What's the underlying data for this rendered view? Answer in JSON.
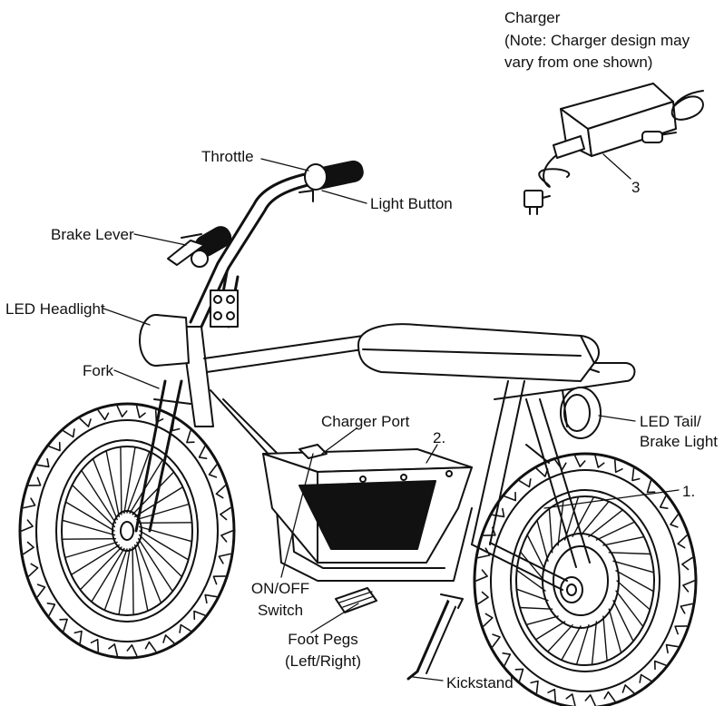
{
  "labels": {
    "charger_title": "Charger",
    "charger_note_1": "(Note: Charger design may",
    "charger_note_2": "vary from one shown)",
    "charger_num": "3",
    "throttle": "Throttle",
    "light_button": "Light Button",
    "brake_lever": "Brake Lever",
    "led_headlight": "LED Headlight",
    "fork": "Fork",
    "charger_port": "Charger Port",
    "battery_num": "2.",
    "led_tail_1": "LED Tail/",
    "led_tail_2": "Brake Light",
    "motor_num": "1.",
    "onoff_1": "ON/OFF",
    "onoff_2": "Switch",
    "foot_pegs_1": "Foot Pegs",
    "foot_pegs_2": "(Left/Right)",
    "kickstand": "Kickstand"
  },
  "colors": {
    "line": "#111111",
    "fill": "#ffffff"
  }
}
